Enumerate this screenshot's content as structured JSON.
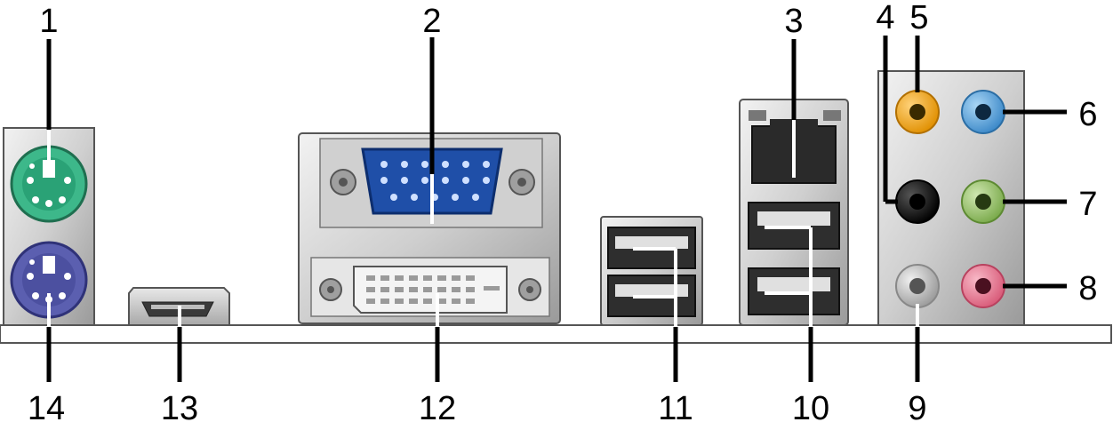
{
  "title": "",
  "callouts": {
    "c1": "1",
    "c2": "2",
    "c3": "3",
    "c4": "4",
    "c5": "5",
    "c6": "6",
    "c7": "7",
    "c8": "8",
    "c9": "9",
    "c10": "10",
    "c11": "11",
    "c12": "12",
    "c13": "13",
    "c14": "14"
  },
  "colors": {
    "ps2_mouse": "#3db88a",
    "ps2_keyboard": "#5b5fb0",
    "vga": "#1f4fa8",
    "audio_orange": "#f2a516",
    "audio_blue": "#5aa7de",
    "audio_black": "#111111",
    "audio_green": "#98c26a",
    "audio_gray": "#c6c6c6",
    "audio_pink": "#e77a92",
    "metal": "#d9d9d9",
    "metal_dark": "#8c8c8c"
  }
}
